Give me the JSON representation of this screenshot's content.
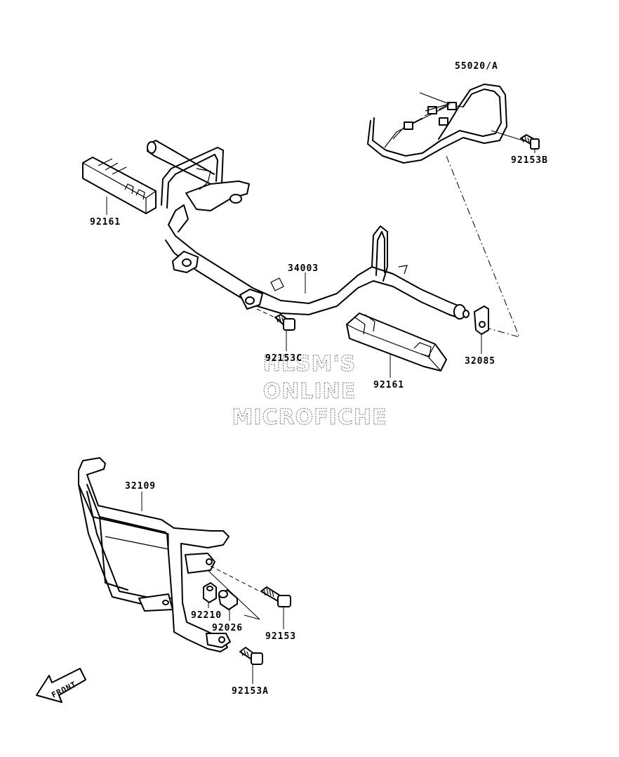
{
  "parts": [
    {
      "id": "p55020",
      "number": "55020/A"
    },
    {
      "id": "p92153B",
      "number": "92153B"
    },
    {
      "id": "p92161a",
      "number": "92161"
    },
    {
      "id": "p34003",
      "number": "34003"
    },
    {
      "id": "p92153C",
      "number": "92153C"
    },
    {
      "id": "p92161b",
      "number": "92161"
    },
    {
      "id": "p32085",
      "number": "32085"
    },
    {
      "id": "p32109",
      "number": "32109"
    },
    {
      "id": "p92210",
      "number": "92210"
    },
    {
      "id": "p92026",
      "number": "92026"
    },
    {
      "id": "p92153",
      "number": "92153"
    },
    {
      "id": "p92153A",
      "number": "92153A"
    }
  ],
  "watermark": {
    "line1": "HLSM'S",
    "line2": "ONLINE",
    "line3": "MICROFICHE"
  },
  "front_arrow": {
    "label": "FRONT"
  }
}
